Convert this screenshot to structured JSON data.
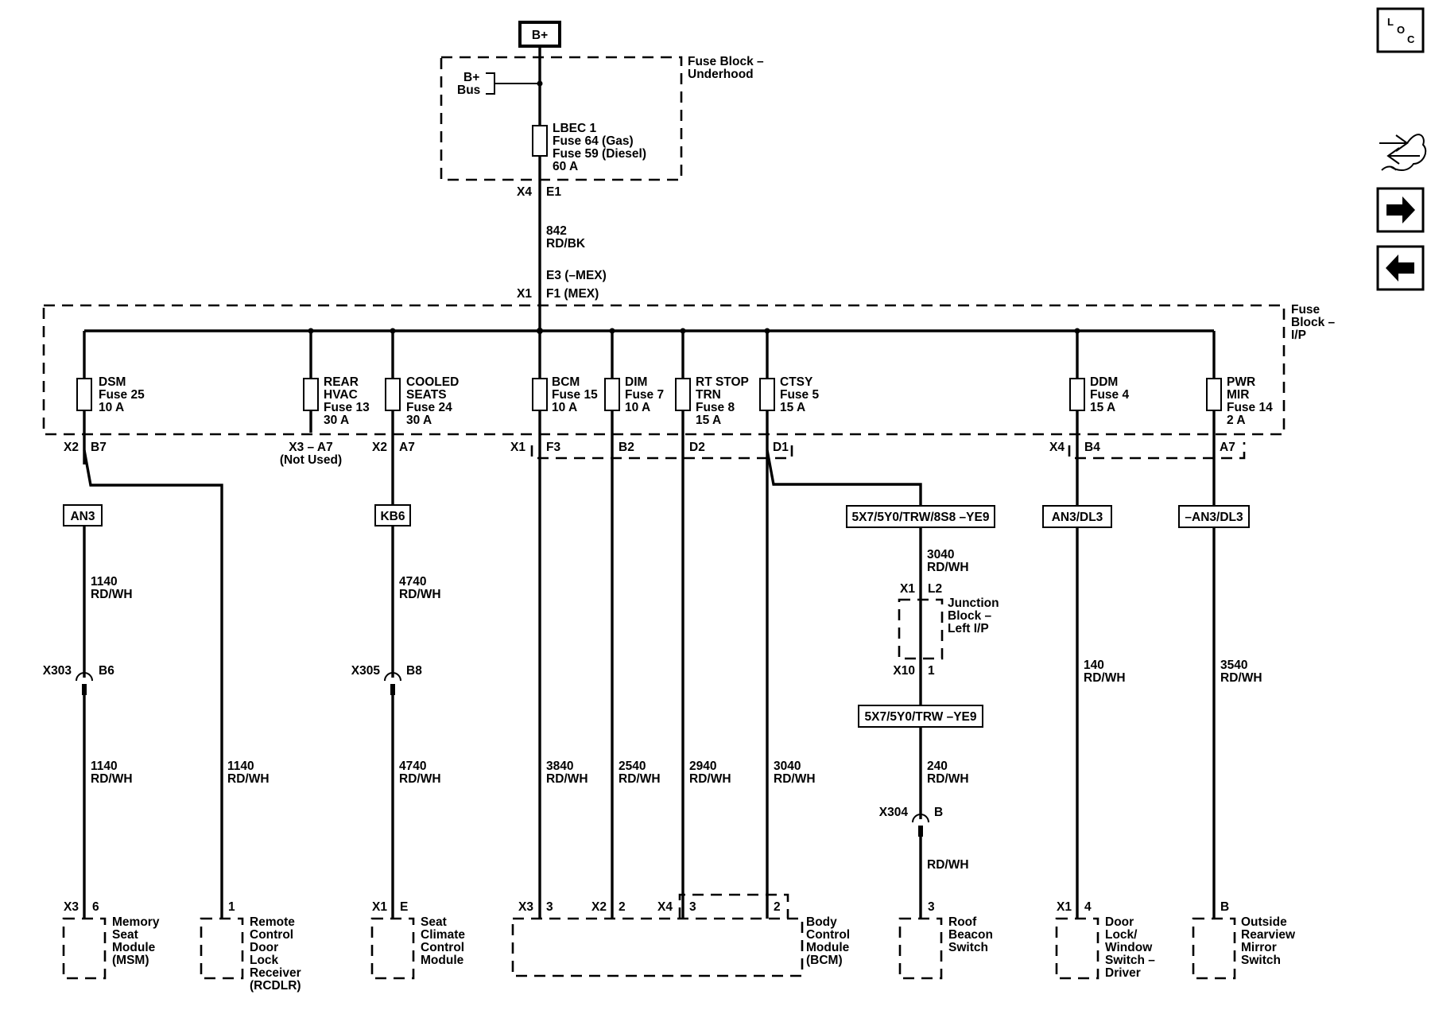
{
  "source": {
    "label": "B+"
  },
  "underhood": {
    "title_line1": "Fuse Block –",
    "title_line2": "Underhood",
    "bus_line1": "B+",
    "bus_line2": "Bus",
    "fuse_lines": [
      "LBEC 1",
      "Fuse 64 (Gas)",
      "Fuse 59 (Diesel)",
      "60 A"
    ],
    "conn_x4": "X4",
    "pin_e1": "E1"
  },
  "feed_wire": {
    "circuit": "842",
    "color": "RD/BK",
    "pin_e3": "E3 (–MEX)",
    "conn_x1": "X1",
    "pin_f1": "F1 (MEX)"
  },
  "ip_block": {
    "title_lines": [
      "Fuse",
      "Block –",
      "I/P"
    ]
  },
  "fuses": [
    {
      "lines": [
        "DSM",
        "Fuse 25",
        "10 A"
      ],
      "conn": "X2",
      "pin": "B7"
    },
    {
      "lines": [
        "REAR",
        "HVAC",
        "Fuse 13",
        "30 A"
      ],
      "conn": "X3 – A7",
      "note": "(Not Used)"
    },
    {
      "lines": [
        "COOLED",
        "SEATS",
        "Fuse 24",
        "30 A"
      ],
      "conn": "X2",
      "pin": "A7"
    },
    {
      "lines": [
        "BCM",
        "Fuse 15",
        "10 A"
      ],
      "conn": "X1",
      "pin": "F3"
    },
    {
      "lines": [
        "DIM",
        "Fuse 7",
        "10 A"
      ],
      "pin": "B2"
    },
    {
      "lines": [
        "RT STOP",
        "TRN",
        "Fuse 8",
        "15 A"
      ],
      "pin": "D2"
    },
    {
      "lines": [
        "CTSY",
        "Fuse 5",
        "15 A"
      ],
      "pin": "D1"
    },
    {
      "lines": [
        "DDM",
        "Fuse 4",
        "15 A"
      ],
      "conn": "X4",
      "pin": "B4"
    },
    {
      "lines": [
        "PWR",
        "MIR",
        "Fuse 14",
        "2 A"
      ],
      "pin": "A7"
    }
  ],
  "options": {
    "an3": "AN3",
    "kb6": "KB6",
    "ctsy_opt": "5X7/5Y0/TRW/8S8 –YE9",
    "an3dl3": "AN3/DL3",
    "not_an3dl3": "–AN3/DL3",
    "junction_opt": "5X7/5Y0/TRW –YE9"
  },
  "wires": {
    "dsm_upper": [
      "1140",
      "RD/WH"
    ],
    "dsm_lower": [
      "1140",
      "RD/WH"
    ],
    "rcdlr": [
      "1140",
      "RD/WH"
    ],
    "cooled_upper": [
      "4740",
      "RD/WH"
    ],
    "cooled_lower": [
      "4740",
      "RD/WH"
    ],
    "bcm": [
      "3840",
      "RD/WH"
    ],
    "dim": [
      "2540",
      "RD/WH"
    ],
    "rtstop": [
      "2940",
      "RD/WH"
    ],
    "ctsy": [
      "3040",
      "RD/WH"
    ],
    "ctsy_upper": [
      "3040",
      "RD/WH"
    ],
    "beacon_mid": [
      "240",
      "RD/WH"
    ],
    "beacon_low": [
      "RD/WH"
    ],
    "ddm": [
      "140",
      "RD/WH"
    ],
    "mirror": [
      "3540",
      "RD/WH"
    ]
  },
  "inline": {
    "x303": "X303",
    "x303_pin": "B6",
    "x305": "X305",
    "x305_pin": "B8",
    "x304": "X304",
    "x304_pin": "B"
  },
  "junction": {
    "conn_x1": "X1",
    "pin_l2": "L2",
    "title_lines": [
      "Junction",
      "Block –",
      "Left I/P"
    ],
    "conn_x10": "X10",
    "pin_1": "1"
  },
  "components": {
    "msm": {
      "conn": "X3",
      "pin": "6",
      "lines": [
        "Memory",
        "Seat",
        "Module",
        "(MSM)"
      ]
    },
    "rcdlr": {
      "pin": "1",
      "lines": [
        "Remote",
        "Control",
        "Door",
        "Lock",
        "Receiver",
        "(RCDLR)"
      ]
    },
    "scm": {
      "conn": "X1",
      "pin": "E",
      "lines": [
        "Seat",
        "Climate",
        "Control",
        "Module"
      ]
    },
    "bcm": {
      "conn_x3": "X3",
      "pin_3a": "3",
      "conn_x2": "X2",
      "pin_2a": "2",
      "conn_x4": "X4",
      "pin_3b": "3",
      "pin_2b": "2",
      "lines": [
        "Body",
        "Control",
        "Module",
        "(BCM)"
      ]
    },
    "beacon": {
      "pin": "3",
      "lines": [
        "Roof",
        "Beacon",
        "Switch"
      ]
    },
    "door": {
      "conn": "X1",
      "pin": "4",
      "lines": [
        "Door",
        "Lock/",
        "Window",
        "Switch –",
        "Driver"
      ]
    },
    "mirror": {
      "pin": "B",
      "lines": [
        "Outside",
        "Rearview",
        "Mirror",
        "Switch"
      ]
    }
  },
  "nav": {
    "loc_l": "L",
    "loc_o": "O",
    "loc_c": "C",
    "icons": [
      "location-icon",
      "schematic-flow-icon",
      "arrow-right-icon",
      "arrow-left-icon"
    ]
  }
}
